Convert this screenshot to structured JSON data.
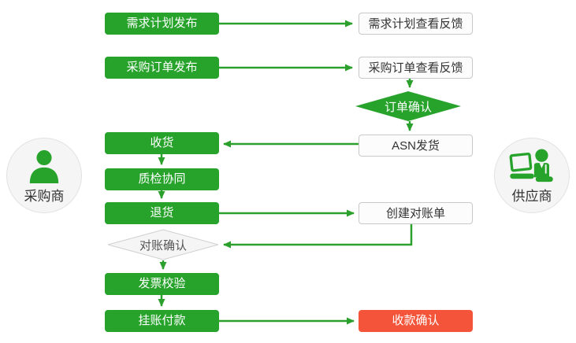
{
  "diagram": {
    "type": "flowchart",
    "colors": {
      "process_green": "#27a32c",
      "connector_green": "#2ca02c",
      "alert_red": "#f4553a",
      "neutral_box_border": "#c9c9c9",
      "neutral_fill": "#f5f5f5"
    }
  },
  "actors": {
    "buyer": {
      "label": "采购商",
      "icon": "person-silhouette"
    },
    "supplier": {
      "label": "供应商",
      "icon": "person-with-laptop"
    }
  },
  "nodes": {
    "demand_publish": {
      "label": "需求计划发布",
      "style": "green-process"
    },
    "demand_feedback": {
      "label": "需求计划查看反馈",
      "style": "white-process"
    },
    "po_publish": {
      "label": "采购订单发布",
      "style": "green-process"
    },
    "po_feedback": {
      "label": "采购订单查看反馈",
      "style": "white-process"
    },
    "order_confirm": {
      "label": "订单确认",
      "style": "green-decision"
    },
    "asn_ship": {
      "label": "ASN发货",
      "style": "white-process"
    },
    "receive": {
      "label": "收货",
      "style": "green-process"
    },
    "quality": {
      "label": "质检协同",
      "style": "green-process"
    },
    "return_goods": {
      "label": "退货",
      "style": "green-process"
    },
    "create_statement": {
      "label": "创建对账单",
      "style": "white-process"
    },
    "statement_confirm": {
      "label": "对账确认",
      "style": "light-decision"
    },
    "invoice_verify": {
      "label": "发票校验",
      "style": "green-process"
    },
    "payment": {
      "label": "挂账付款",
      "style": "green-process"
    },
    "receipt_confirm": {
      "label": "收款确认",
      "style": "red-process"
    }
  }
}
